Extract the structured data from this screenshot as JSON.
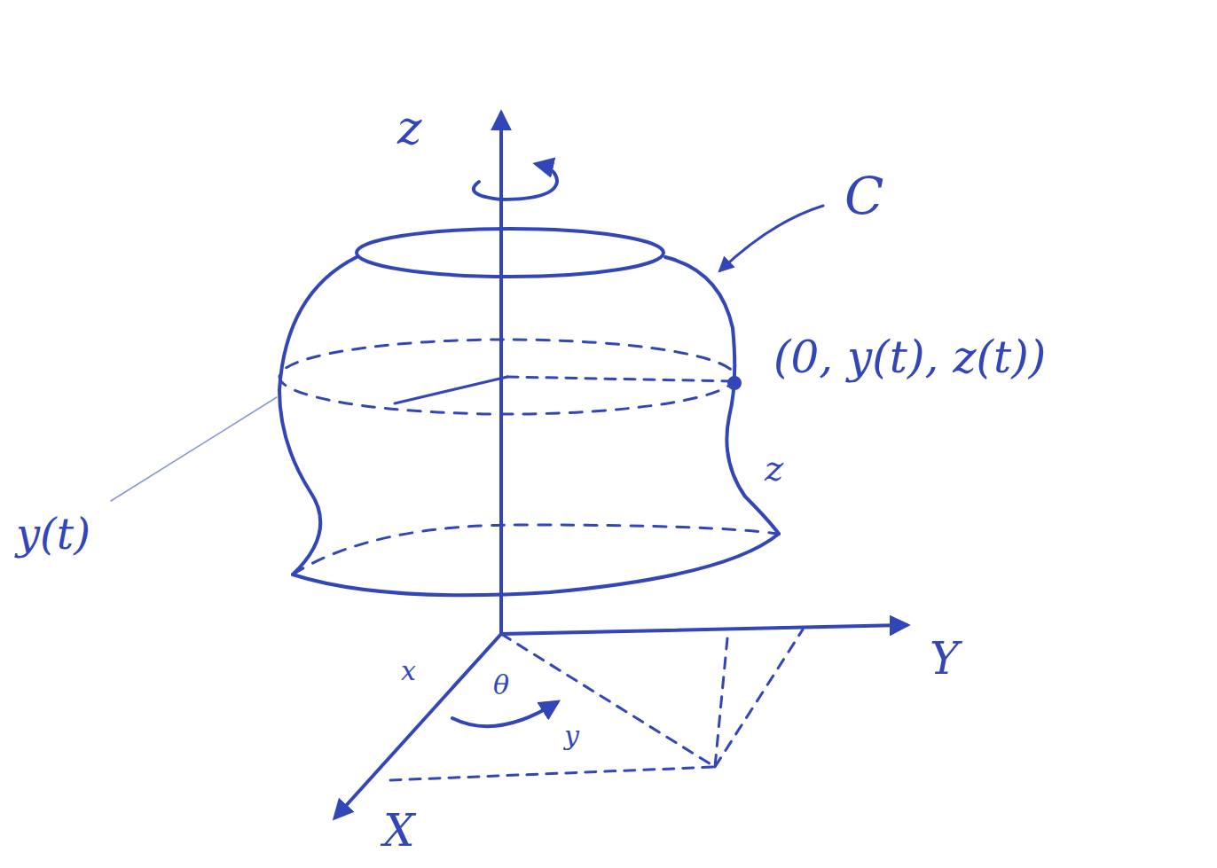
{
  "diagram": {
    "labels": [
      "z",
      "C",
      "(0, y(t), z(t))",
      "z",
      "y(t)",
      "x",
      "θ",
      "y",
      "X",
      "Y"
    ]
  }
}
